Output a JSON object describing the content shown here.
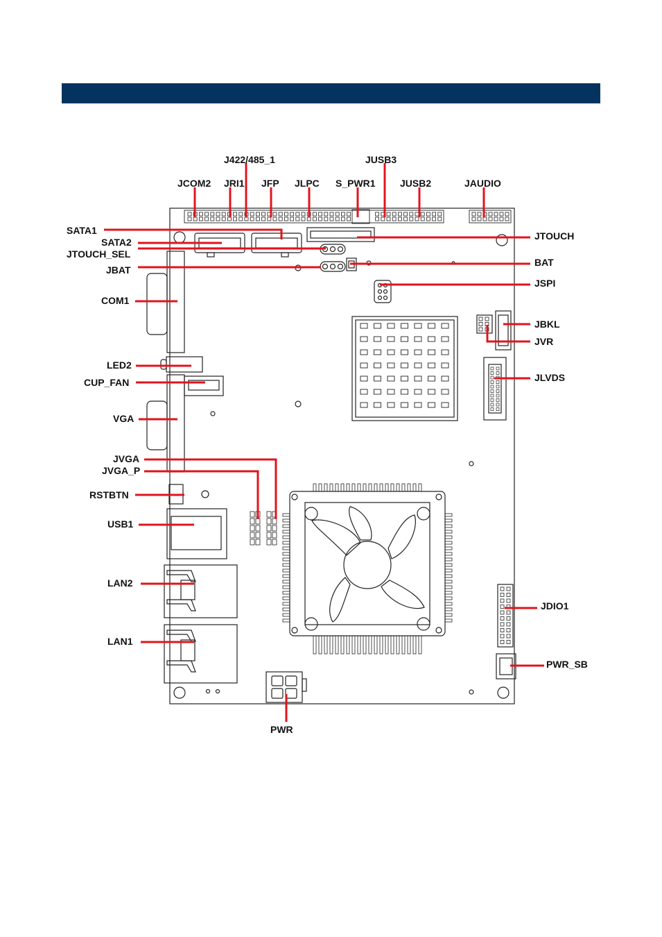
{
  "banner": {
    "color": "#05335f"
  },
  "colors": {
    "leader": "#e1141c",
    "board_outline": "#222222"
  },
  "labels": {
    "j422_485_1": "J422/485_1",
    "jusb3": "JUSB3",
    "jcom2": "JCOM2",
    "jri1": "JRI1",
    "jfp": "JFP",
    "jlpc": "JLPC",
    "s_pwr1": "S_PWR1",
    "jusb2": "JUSB2",
    "jaudio": "JAUDIO",
    "sata1": "SATA1",
    "sata2": "SATA2",
    "jtouch_sel": "JTOUCH_SEL",
    "jbat": "JBAT",
    "com1": "COM1",
    "led2": "LED2",
    "cup_fan": "CUP_FAN",
    "vga": "VGA",
    "jvga": "JVGA",
    "jvga_p": "JVGA_P",
    "rstbtn": "RSTBTN",
    "usb1": "USB1",
    "lan2": "LAN2",
    "lan1": "LAN1",
    "jtouch": "JTOUCH",
    "bat": "BAT",
    "jspi": "JSPI",
    "jbkl": "JBKL",
    "jvr": "JVR",
    "jlvds": "JLVDS",
    "jdio1": "JDIO1",
    "pwr_sb": "PWR_SB",
    "pwr": "PWR"
  }
}
